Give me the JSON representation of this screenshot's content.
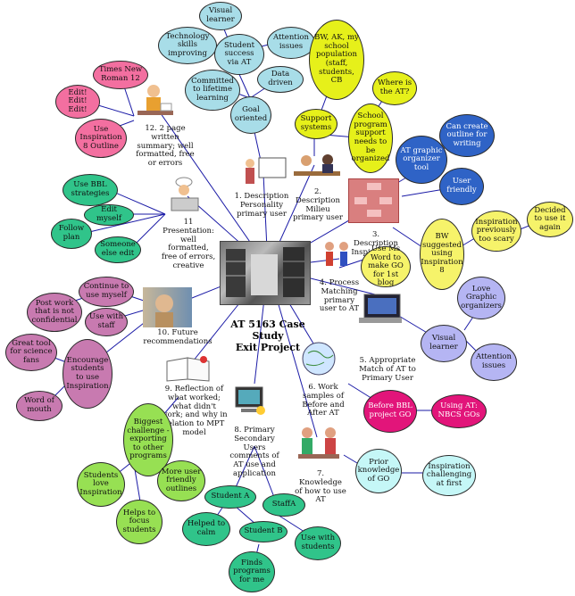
{
  "title": {
    "line1": "AT 5163 Case Study",
    "line2": "Exit Project"
  },
  "labels": {
    "l1": "1. Description Personality primary user",
    "l2": "2. Description Milieu primary user",
    "l3": "3. Description Inspiration 8",
    "l4": "4. Process Matching primary user to AT",
    "l5": "5. Appropriate Match of AT to Primary User",
    "l6": "6. Work samples of Before and After AT",
    "l7": "7. Knowledge of how to use AT",
    "l8": "8. Primary Secondary Users comments of AT use and application",
    "l9": "9. Reflection of what worked; what didn't work; and why in relation to MPT model",
    "l10": "10. Future recommendations",
    "l11": "11 Presentation: well formatted, free of errors, creative",
    "l12": "12. 2 page written summary; well formatted, free or errors"
  },
  "nodes": {
    "visual_learner_top": "Visual learner",
    "tech_skills": "Technology skills improving",
    "student_success": "Student success via AT",
    "attention_issues_top": "Attention issues",
    "bw_ak": "BW, AK, my school population (staff, students, CB",
    "committed": "Committed to lifetime learning",
    "data_driven": "Data driven",
    "goal_oriented": "Goal oriented",
    "where_is_at": "Where is the AT?",
    "support_systems": "Support systems",
    "school_program": "School program support needs to be organized",
    "at_graphic": "AT graphic organizer tool",
    "can_create": "Can create outline for writing",
    "user_friendly": "User friendly",
    "decided": "Decided to use it again",
    "insp_prev": "Inspiration previously too scary",
    "bw_suggested": "BW suggested using Inspiration 8",
    "use_ms_word": "Use Ms Word to make GO for 1st blog",
    "love_graphic": "Love Graphic organizers",
    "visual_learner_mid": "Visual learner",
    "attention_issues_mid": "Attention issues",
    "before_bbl": "Before BBL project GO",
    "using_at": "Using AT: NBCS GOs",
    "prior_knowledge": "Prior knowledge of GO",
    "insp_challenging": "Inspiration challenging at first",
    "student_a": "Student A",
    "staff_a": "StaffA",
    "helped_calm": "Helped to calm",
    "student_b": "Student B",
    "use_with_students": "Use with students",
    "finds_programs": "Finds programs for me",
    "more_user_friendly": "More user friendly outlines",
    "helps_focus": "Helps to focus students",
    "students_love": "Students love Inspiration",
    "biggest_challenge": "Biggest challenge - exporting to other programs",
    "continue_myself": "Continue to use myself",
    "use_with_staff": "Use with staff",
    "post_work": "Post work that is not confidential",
    "encourage": "Encourage students to use Inspiration",
    "great_tool": "Great tool for science fans",
    "word_of_mouth": "Word of mouth",
    "use_bbl": "Use BBL strategies",
    "edit_myself": "Edit myself",
    "follow_plan": "Follow plan",
    "someone_else": "Someone else edit",
    "times_new_roman": "Times New Roman 12",
    "edit_edit": "Edit! Edit! Edit!",
    "use_insp_outline": "Use Inspiration 8 Outline"
  },
  "colors": {
    "lightblue": "#a8dde8",
    "yellow": "#e6f01a",
    "blue": "#2f63c6",
    "pink": "#f36fa0",
    "magenta": "#e2157a",
    "lightyellow": "#f6f36a",
    "lavender": "#b5b5f3",
    "green": "#30c48a",
    "lime": "#97e053",
    "orchid": "#c87ab0",
    "cyan": "#c5f7f7",
    "link": "#1a1aa6"
  }
}
